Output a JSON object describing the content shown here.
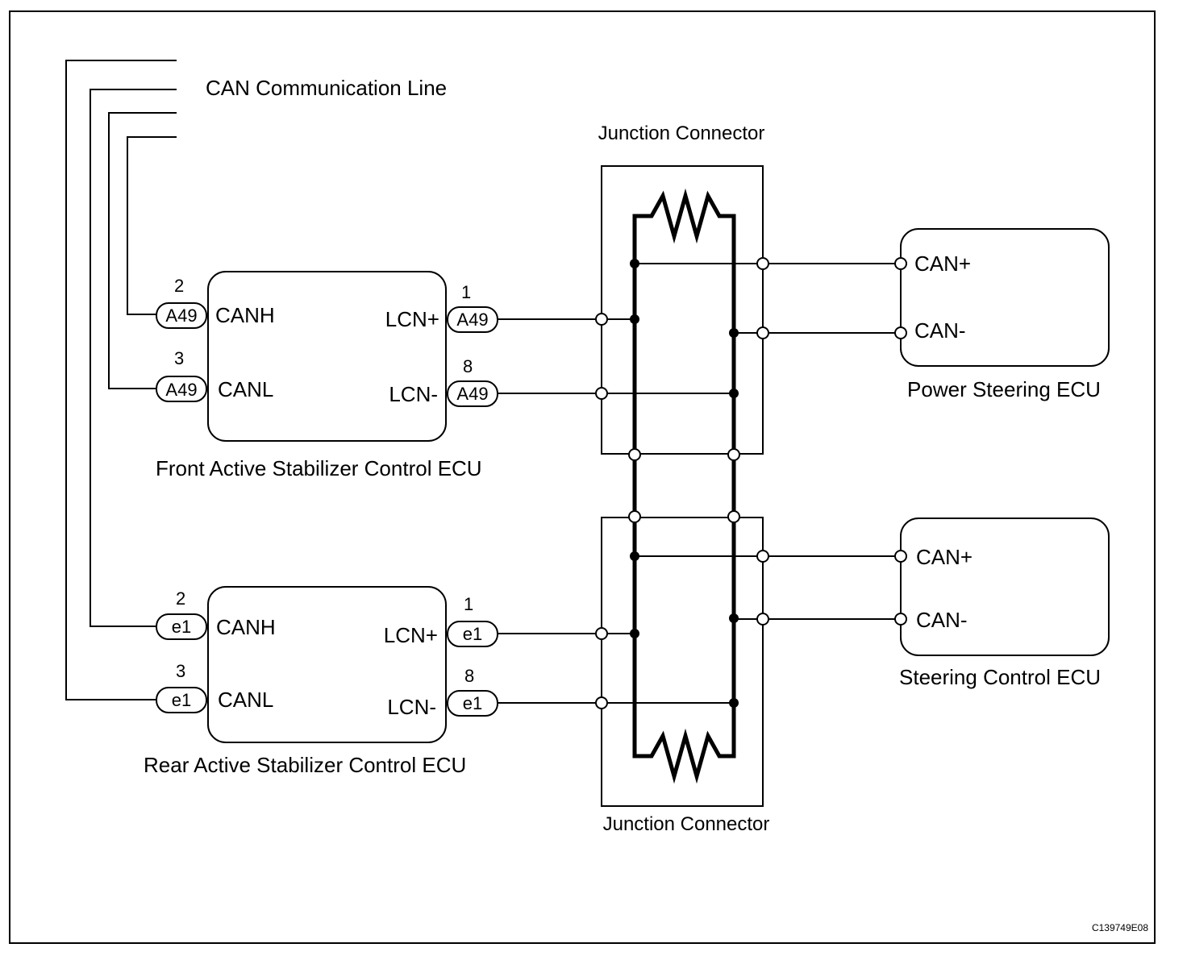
{
  "can_line_label": "CAN Communication Line",
  "junction_top_label": "Junction Connector",
  "junction_bottom_label": "Junction Connector",
  "front_ecu": {
    "name": "Front Active Stabilizer Control ECU",
    "pins": {
      "canh": {
        "label": "CANH",
        "pin": "2",
        "connector": "A49"
      },
      "canl": {
        "label": "CANL",
        "pin": "3",
        "connector": "A49"
      },
      "lcn_plus": {
        "label": "LCN+",
        "pin": "1",
        "connector": "A49"
      },
      "lcn_minus": {
        "label": "LCN-",
        "pin": "8",
        "connector": "A49"
      }
    }
  },
  "rear_ecu": {
    "name": "Rear Active Stabilizer Control ECU",
    "pins": {
      "canh": {
        "label": "CANH",
        "pin": "2",
        "connector": "e1"
      },
      "canl": {
        "label": "CANL",
        "pin": "3",
        "connector": "e1"
      },
      "lcn_plus": {
        "label": "LCN+",
        "pin": "1",
        "connector": "e1"
      },
      "lcn_minus": {
        "label": "LCN-",
        "pin": "8",
        "connector": "e1"
      }
    }
  },
  "power_steering_ecu": {
    "name": "Power Steering ECU",
    "can_plus": "CAN+",
    "can_minus": "CAN-"
  },
  "steering_control_ecu": {
    "name": "Steering Control ECU",
    "can_plus": "CAN+",
    "can_minus": "CAN-"
  },
  "figure_code": "C139749E08"
}
